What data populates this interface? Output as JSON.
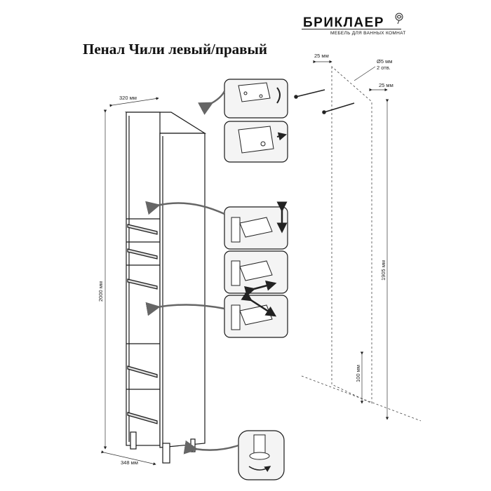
{
  "brand": {
    "name": "БРИКЛАЕР",
    "tagline": "МЕБЕЛЬ ДЛЯ ВАННЫХ КОМНАТ"
  },
  "title": "Пенал Чили левый/правый",
  "dimensions": {
    "width": "320 мм",
    "height": "2000 мм",
    "depth": "348 мм",
    "wall_height": "1905 мм",
    "leg_offset": "100 мм",
    "hole_offset_left": "25 мм",
    "hole_offset_right": "25 мм",
    "hole_diameter": "Ø5 мм",
    "hole_count": "2 отв."
  },
  "colors": {
    "line": "#1a1a1a",
    "arrow": "#666666",
    "panel_bg": "#f4f4f4"
  }
}
